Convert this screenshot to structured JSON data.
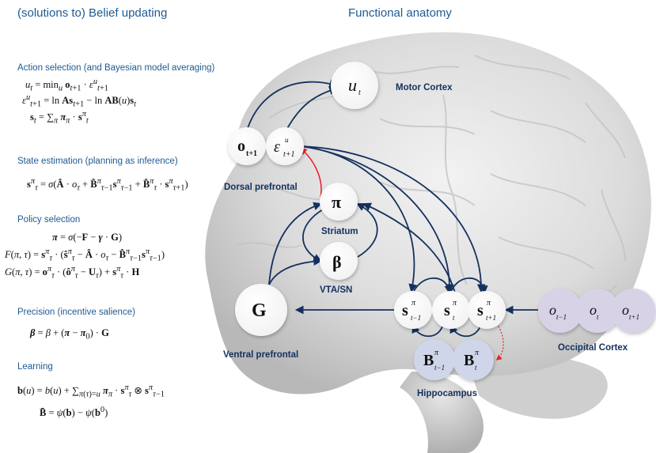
{
  "headers": {
    "left": "(solutions to) Belief updating",
    "right": "Functional anatomy"
  },
  "sections": {
    "action": "Action selection (and Bayesian model averaging)",
    "state": "State estimation (planning as inference)",
    "policy": "Policy selection",
    "precision": "Precision (incentive salience)",
    "learning": "Learning"
  },
  "equations": {
    "a1": "u_t = min_u o_{t+1} · ε^u_{t+1}",
    "a2": "ε^u_{t+1} = ln A s_{t+1} − ln A B(u) s_t",
    "a3": "s_t = Σ_π π_π · s^π_t",
    "s1": "s^π_τ = σ(Â · o_τ + B̂^π_{τ−1} s^π_{τ−1} + B̂^π_τ · s^π_{τ+1})",
    "p1": "π = σ(−F − γ · G)",
    "p2": "F(π,τ) = s^π_τ · (ŝ^π_τ − Â · o_τ − B̂^π_{τ−1} s^π_{τ−1})",
    "p3": "G(π,τ) = o^π_τ · (ô^π_τ − U_τ) + s^π_τ · H",
    "pr1": "β = β + (π − π_0) · G",
    "l1": "b(u) = b(u) + Σ_{π(τ)=u} π_π · s^π_τ ⊗ s^π_{τ−1}",
    "l2": "B̂ = ψ(b) − ψ(b^0)"
  },
  "regions": {
    "motor": "Motor Cortex",
    "dorsal": "Dorsal prefrontal",
    "striatum": "Striatum",
    "vta": "VTA/SN",
    "ventral": "Ventral prefrontal",
    "hippo": "Hippocampus",
    "occipital": "Occipital Cortex"
  },
  "nodes": {
    "u": "u",
    "u_sub": "t",
    "o": "o",
    "o_sub": "t+1",
    "eps": "ε",
    "eps_sup": "u",
    "eps_sub": "t+1",
    "pi": "π",
    "beta": "β",
    "G": "G",
    "s": "s",
    "pi_sup": "π",
    "s1_sub": "t−1",
    "s2_sub": "t",
    "s3_sub": "t+1",
    "B": "B",
    "b1_sub": "t−1",
    "b2_sub": "t",
    "oc": "o",
    "oc1_sub": "t−1",
    "oc2_sub": "t",
    "oc3_sub": "t+1"
  },
  "colors": {
    "heading": "#1f5a93",
    "region_label": "#14305e",
    "arrow": "#14305e",
    "red_arrow": "#e8202a",
    "brain": "#d9d9d9",
    "hippocampus_node": "#cfd6ea",
    "occipital_node": "#d7d2e6"
  }
}
